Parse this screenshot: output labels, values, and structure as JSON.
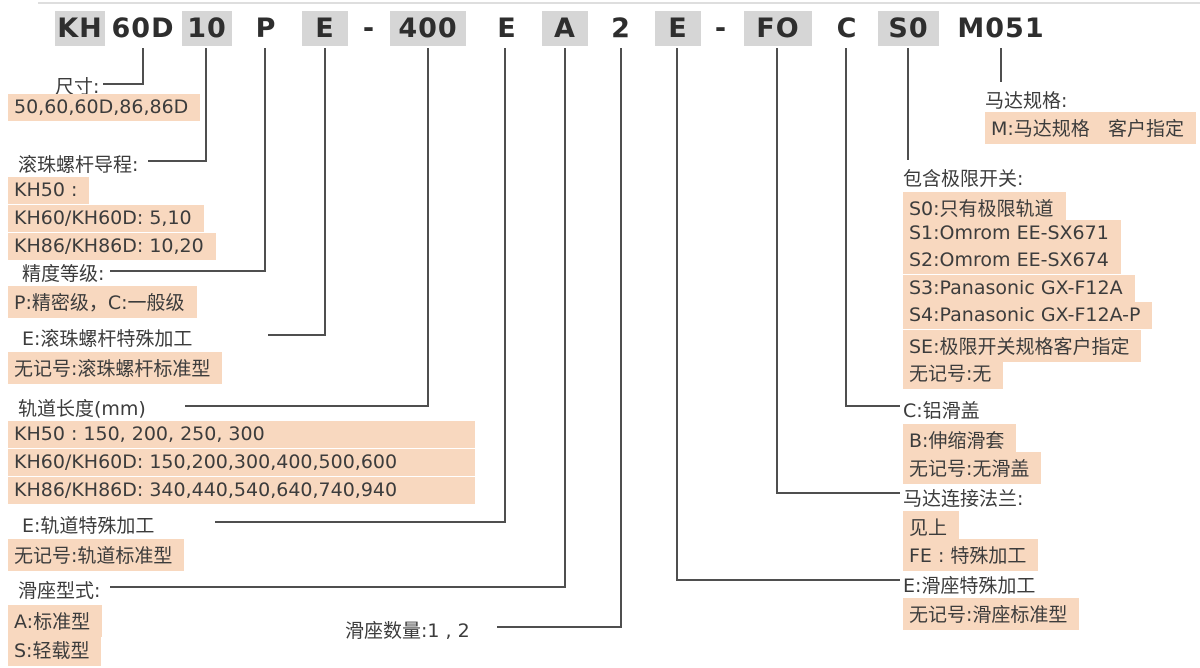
{
  "model_code": {
    "segments": [
      {
        "text": "KH",
        "shaded": true
      },
      {
        "text": "60D",
        "shaded": false
      },
      {
        "text": "10",
        "shaded": true
      },
      {
        "text": "P",
        "shaded": false
      },
      {
        "text": "E",
        "shaded": true
      },
      {
        "text": "-",
        "shaded": false
      },
      {
        "text": "400",
        "shaded": true
      },
      {
        "text": "E",
        "shaded": false
      },
      {
        "text": "A",
        "shaded": true
      },
      {
        "text": "2",
        "shaded": false
      },
      {
        "text": "E",
        "shaded": true
      },
      {
        "text": "-",
        "shaded": false
      },
      {
        "text": "FO",
        "shaded": true
      },
      {
        "text": "C",
        "shaded": false
      },
      {
        "text": "S0",
        "shaded": true
      },
      {
        "text": "M051",
        "shaded": false
      }
    ]
  },
  "annotations": {
    "size": {
      "label": "尺寸:",
      "items": [
        "50,60,60D,86,86D"
      ]
    },
    "screw_lead": {
      "label": "滚珠螺杆导程:",
      "items": [
        "KH50 :",
        "KH60/KH60D: 5,10",
        "KH86/KH86D: 10,20"
      ]
    },
    "accuracy": {
      "label": "精度等级:",
      "items": [
        "P:精密级，C:一般级"
      ]
    },
    "screw_special": {
      "label": "E:滚珠螺杆特殊加工",
      "items": [
        "无记号:滚珠螺杆标准型"
      ]
    },
    "rail_length": {
      "label": "轨道长度(mm)",
      "items": [
        "KH50 : 150, 200, 250, 300",
        "KH60/KH60D: 150,200,300,400,500,600",
        "KH86/KH86D: 340,440,540,640,740,940"
      ]
    },
    "rail_special": {
      "label": "E:轨道特殊加工",
      "items": [
        "无记号:轨道标准型"
      ]
    },
    "slider_type": {
      "label": "滑座型式:",
      "items": [
        "A:标准型",
        "S:轻载型"
      ]
    },
    "slider_count": {
      "label": "滑座数量:1 , 2"
    },
    "motor_spec": {
      "label": "马达规格:",
      "items": [
        "M:马达规格",
        "客户指定"
      ]
    },
    "limit_switch": {
      "label": "包含极限开关:",
      "items": [
        "S0:只有极限轨道",
        "S1:Omrom EE-SX671",
        "S2:Omrom EE-SX674",
        "S3:Panasonic GX-F12A",
        "S4:Panasonic GX-F12A-P",
        "SE:极限开关规格客户指定",
        "无记号:无"
      ]
    },
    "cover": {
      "label": "C:铝滑盖",
      "items": [
        "B:伸缩滑套",
        "无记号:无滑盖"
      ]
    },
    "flange": {
      "label": "马达连接法兰:",
      "items": [
        "见上",
        "FE : 特殊加工"
      ]
    },
    "slider_special": {
      "label": "E:滑座特殊加工",
      "items": [
        "无记号:滑座标准型"
      ]
    }
  },
  "colors": {
    "highlight": "#f8d8bf",
    "code_shade": "#d6d6d6",
    "line": "#4f4f4f"
  }
}
